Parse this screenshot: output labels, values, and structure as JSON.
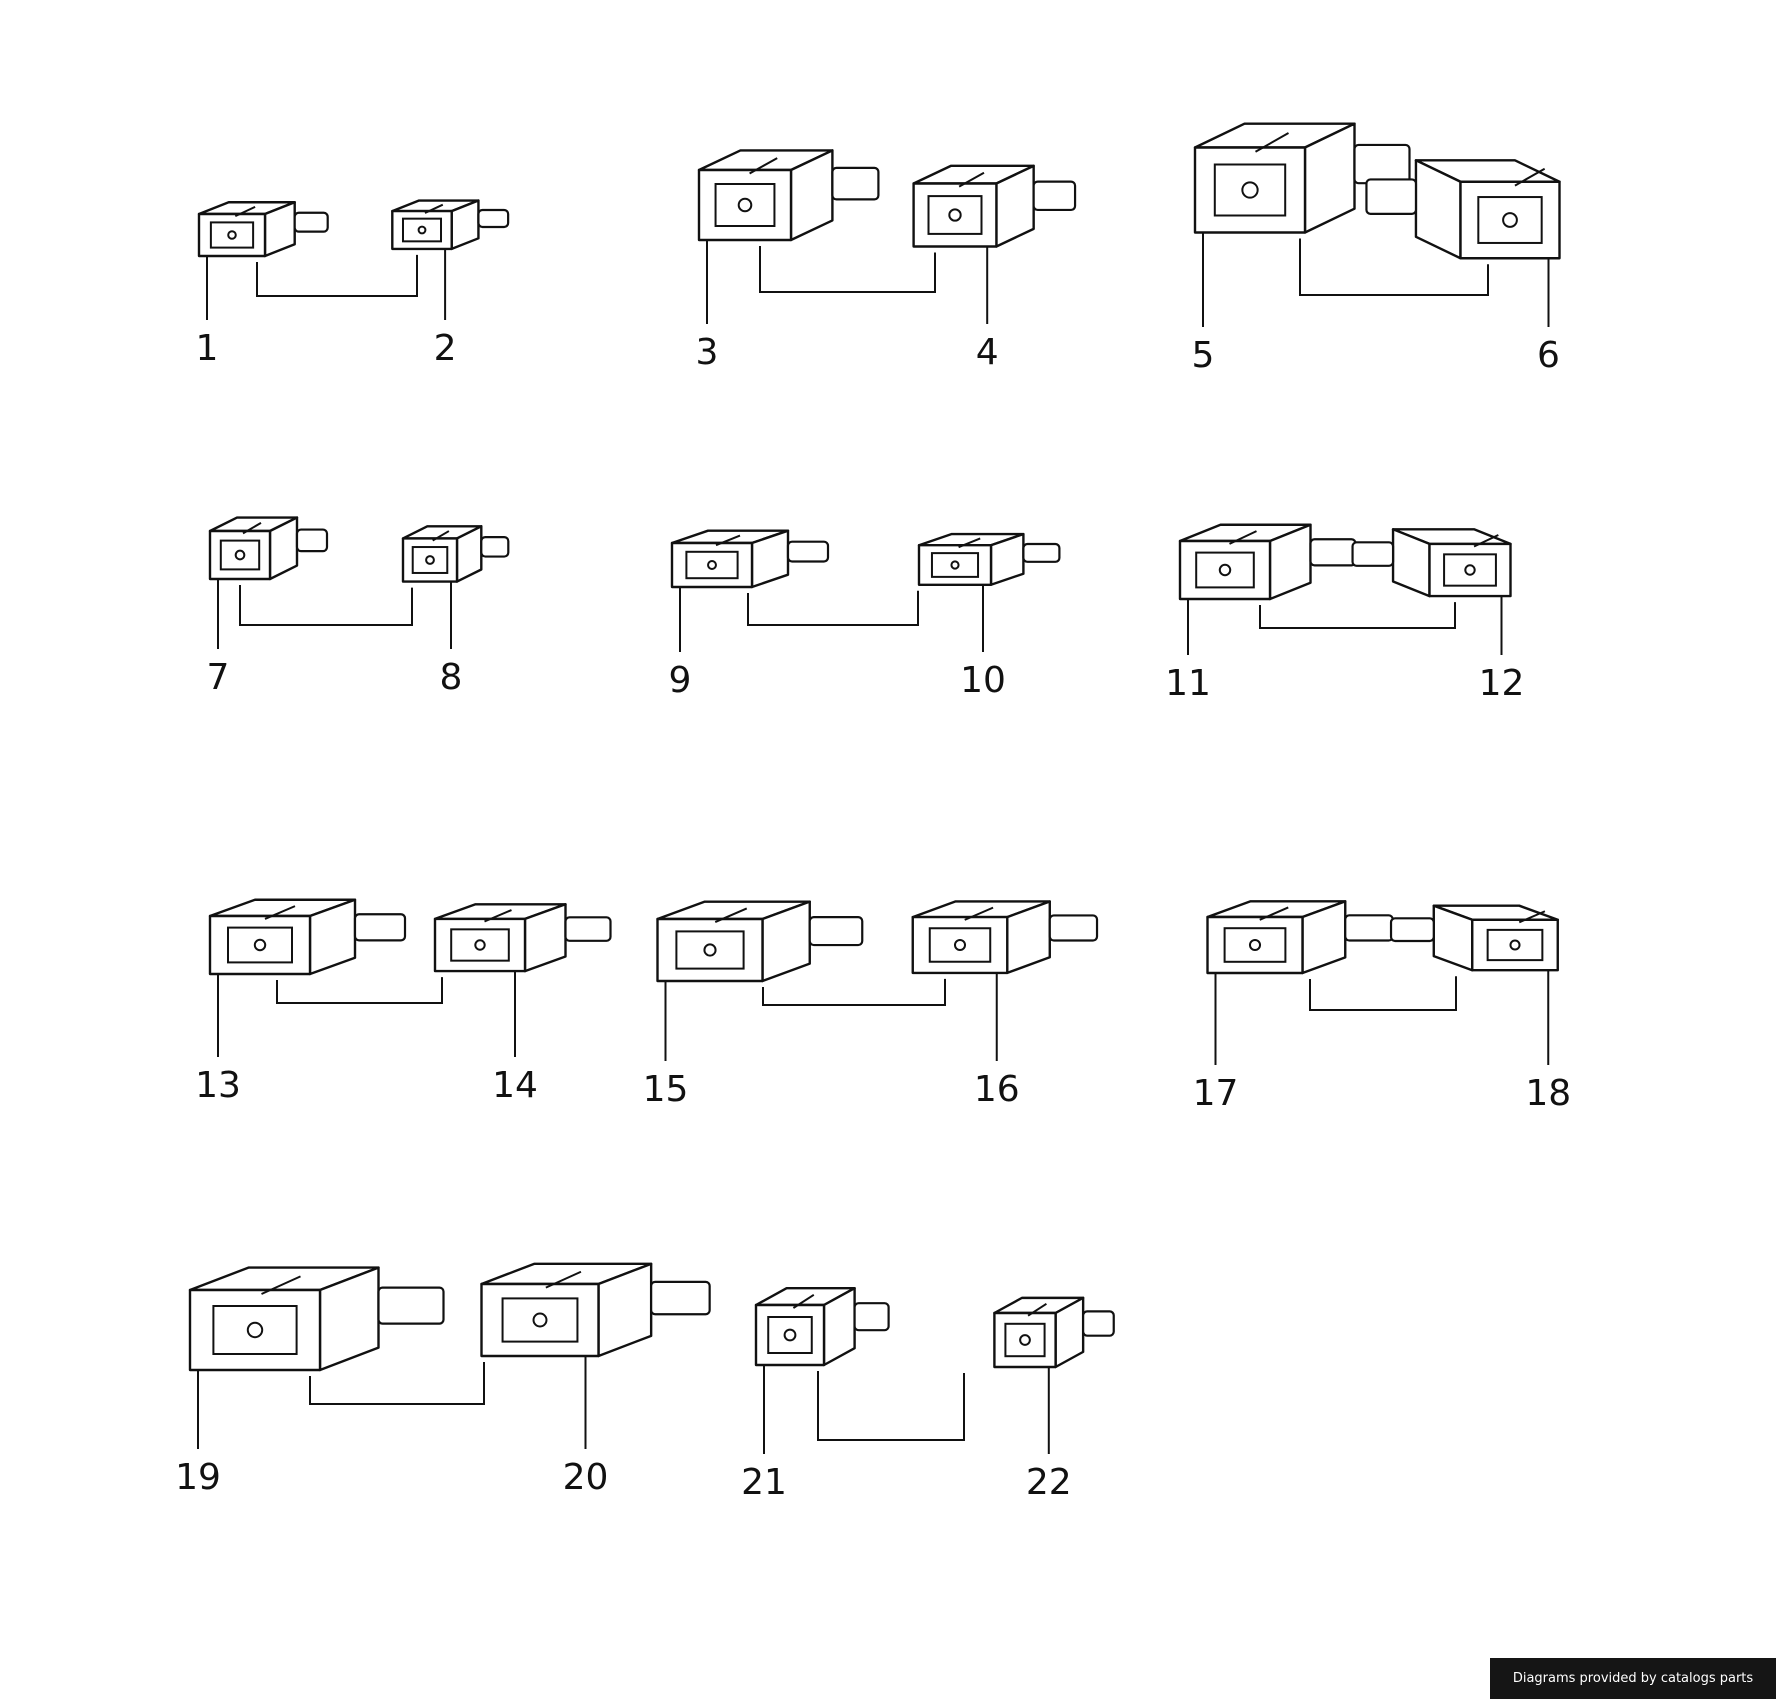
{
  "pairs": [
    {
      "left": "1",
      "right": "2"
    },
    {
      "left": "3",
      "right": "4"
    },
    {
      "left": "5",
      "right": "6"
    },
    {
      "left": "7",
      "right": "8"
    },
    {
      "left": "9",
      "right": "10"
    },
    {
      "left": "11",
      "right": "12"
    },
    {
      "left": "13",
      "right": "14"
    },
    {
      "left": "15",
      "right": "16"
    },
    {
      "left": "17",
      "right": "18"
    },
    {
      "left": "19",
      "right": "20"
    },
    {
      "left": "21",
      "right": "22"
    }
  ],
  "credit": "Diagrams provided by catalogs parts"
}
